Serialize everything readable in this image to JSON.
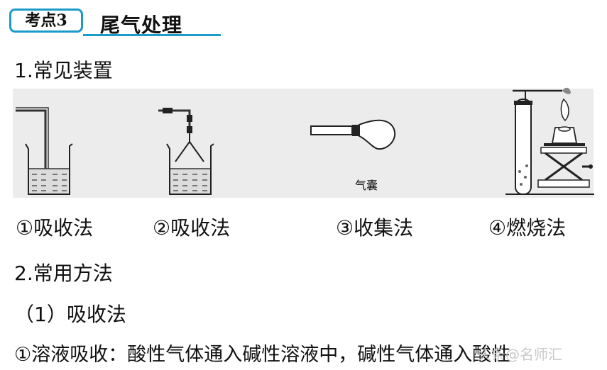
{
  "header": {
    "badge": "考点3",
    "title": "尾气处理",
    "accent_color": "#1b9bc9"
  },
  "section1": {
    "heading": "1.常见装置"
  },
  "apparatus": [
    {
      "label": "①吸收法",
      "icon": "beaker-with-tube-icon"
    },
    {
      "label": "②吸收法",
      "icon": "beaker-with-funnel-icon"
    },
    {
      "label": "③收集法",
      "icon": "gas-bag-icon",
      "sublabel": "气囊"
    },
    {
      "label": "④燃烧法",
      "icon": "burner-apparatus-icon"
    }
  ],
  "section2": {
    "heading": "2.常用方法",
    "sub1": "（1）吸收法",
    "line1": "①溶液吸收：酸性气体通入碱性溶液中，碱性气体通入酸性"
  },
  "watermark": "头条@名师汇"
}
